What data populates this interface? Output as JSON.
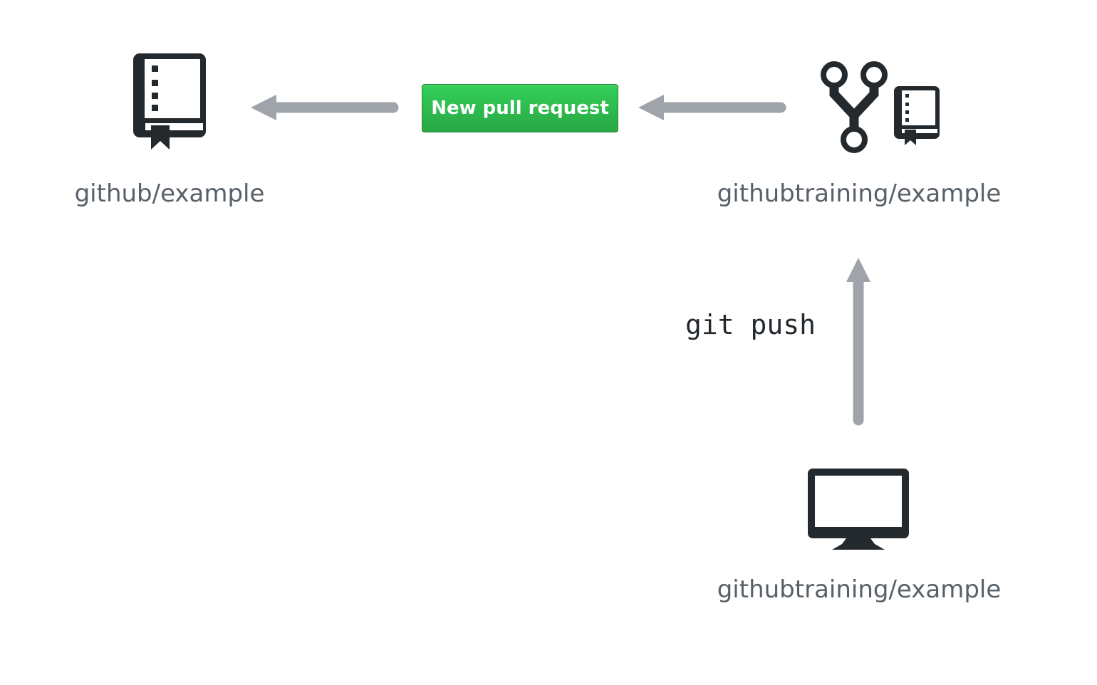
{
  "colors": {
    "icon": "#24292e",
    "arrow": "#9ea4aa",
    "label": "#586069",
    "button_top": "#34d058",
    "button_bottom": "#28a745"
  },
  "upstream": {
    "icon": "repo-icon",
    "label": "github/example"
  },
  "pull_request": {
    "button_label": "New pull request"
  },
  "fork": {
    "icons": [
      "repo-forked-icon",
      "repo-icon"
    ],
    "label": "githubtraining/example"
  },
  "push": {
    "command": "git push"
  },
  "local": {
    "icon": "desktop-icon",
    "label": "githubtraining/example"
  }
}
